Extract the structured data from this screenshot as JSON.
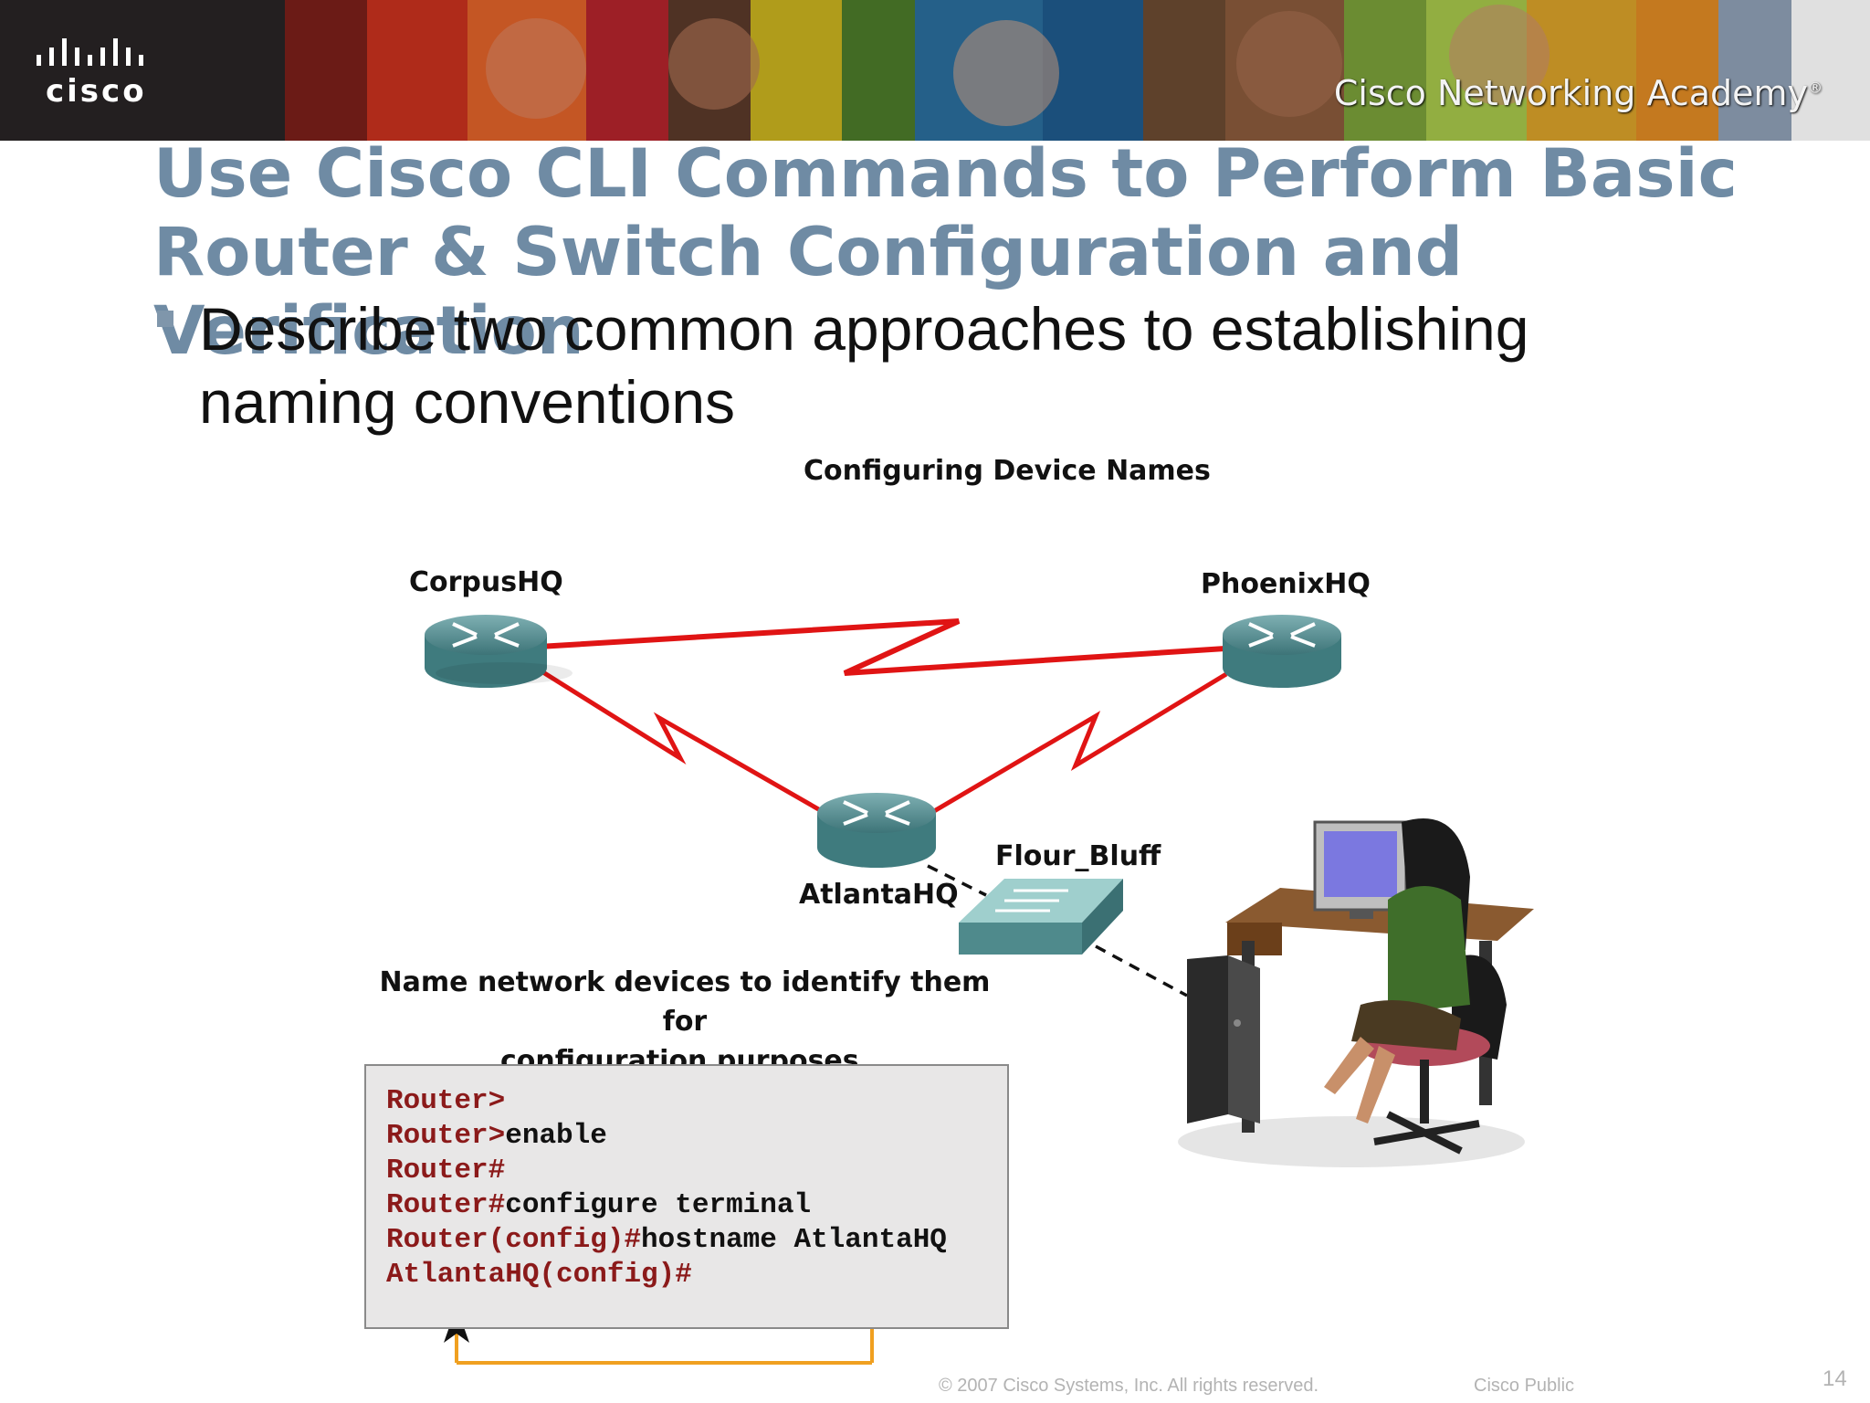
{
  "banner": {
    "logo_text": "cisco",
    "academy_title": "Cisco Networking Academy",
    "academy_mark": "®"
  },
  "slide": {
    "title_line1": "Use Cisco CLI Commands to Perform Basic",
    "title_line2": "Router & Switch Configuration and Verification",
    "bullet_line1": "Describe two common approaches to establishing",
    "bullet_line2": "naming conventions"
  },
  "figure": {
    "caption": "Configuring Device Names",
    "devices": {
      "corpus": "CorpusHQ",
      "phoenix": "PhoenixHQ",
      "atlanta": "AtlantaHQ",
      "flour": "Flour_Bluff"
    },
    "note_line1": "Name network devices to identify them for",
    "note_line2": "configuration purposes.",
    "link_color": "#e01414",
    "arrow_color": "#f0a020"
  },
  "cli": {
    "lines": [
      {
        "prompt": "Router>",
        "command": ""
      },
      {
        "prompt": "Router>",
        "command": "enable"
      },
      {
        "prompt": "Router#",
        "command": ""
      },
      {
        "prompt": "Router#",
        "command": "configure terminal"
      },
      {
        "prompt": "Router(config)#",
        "command": "hostname AtlantaHQ"
      },
      {
        "prompt": "AtlantaHQ(config)#",
        "command": ""
      }
    ]
  },
  "footer": {
    "copyright": "© 2007 Cisco Systems, Inc. All rights reserved.",
    "classification": "Cisco Public",
    "page_number": "14"
  }
}
